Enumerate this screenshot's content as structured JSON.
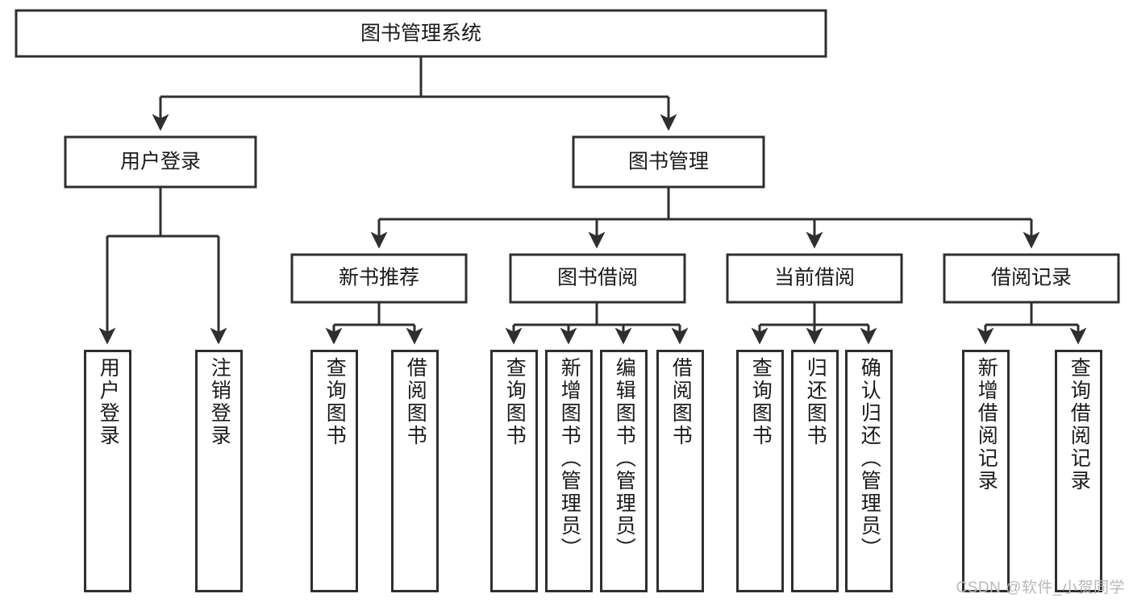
{
  "diagram": {
    "type": "tree",
    "title": "图书管理系统",
    "root": {
      "label": "图书管理系统"
    },
    "level2": [
      {
        "label": "用户登录"
      },
      {
        "label": "图书管理"
      }
    ],
    "level3": [
      {
        "label": "新书推荐"
      },
      {
        "label": "图书借阅"
      },
      {
        "label": "当前借阅"
      },
      {
        "label": "借阅记录"
      }
    ],
    "leaves": {
      "user_login": [
        {
          "label": "用户登录"
        },
        {
          "label": "注销登录"
        }
      ],
      "new_book_recommend": [
        {
          "label": "查询图书"
        },
        {
          "label": "借阅图书"
        }
      ],
      "book_borrow": [
        {
          "label": "查询图书"
        },
        {
          "label": "新增图书（管理员）"
        },
        {
          "label": "编辑图书（管理员）"
        },
        {
          "label": "借阅图书"
        }
      ],
      "current_borrow": [
        {
          "label": "查询图书"
        },
        {
          "label": "归还图书"
        },
        {
          "label": "确认归还（管理员）"
        }
      ],
      "borrow_record": [
        {
          "label": "新增借阅记录"
        },
        {
          "label": "查询借阅记录"
        }
      ]
    }
  },
  "watermark": {
    "text": "CSDN @软件_小贺同学"
  },
  "colors": {
    "stroke": "#2f2f2f",
    "fill": "#ffffff",
    "text": "#1a1a1a",
    "watermark": "#b8b8b8"
  }
}
